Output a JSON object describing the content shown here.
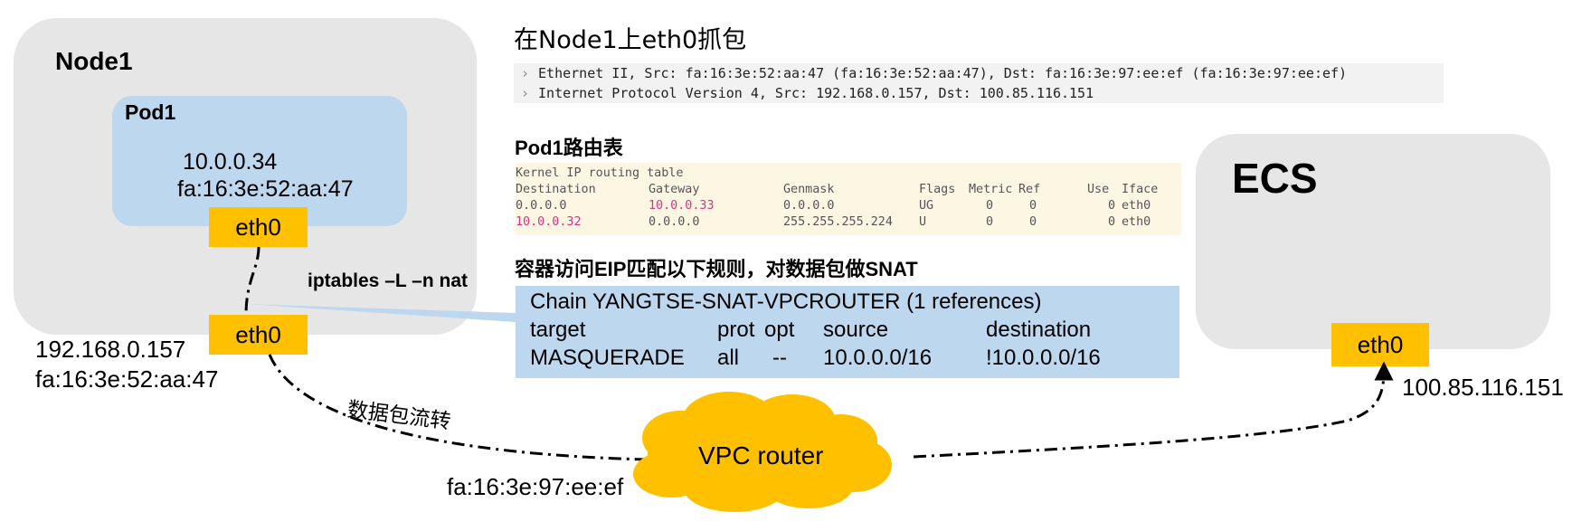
{
  "node": {
    "title": "Node1"
  },
  "pod": {
    "title": "Pod1",
    "ip": "10.0.0.34",
    "mac": "fa:16:3e:52:aa:47"
  },
  "eth_label": "eth0",
  "node_eth": {
    "ip": "192.168.0.157",
    "mac": "fa:16:3e:52:aa:47"
  },
  "ecs": {
    "title": "ECS",
    "ip": "100.85.116.151"
  },
  "router": {
    "label": "VPC router",
    "mac": "fa:16:3e:97:ee:ef"
  },
  "flow_label": "数据包流转",
  "iptables_cmd": "iptables –L –n nat",
  "capture": {
    "title": "在Node1上eth0抓包",
    "lines": [
      "Ethernet II, Src: fa:16:3e:52:aa:47 (fa:16:3e:52:aa:47), Dst: fa:16:3e:97:ee:ef (fa:16:3e:97:ee:ef)",
      "Internet Protocol Version 4, Src: 192.168.0.157, Dst: 100.85.116.151"
    ]
  },
  "routes": {
    "title": "Pod1路由表",
    "heading": "Kernel IP routing table",
    "columns": [
      "Destination",
      "Gateway",
      "Genmask",
      "Flags",
      "Metric",
      "Ref",
      "Use",
      "Iface"
    ],
    "rows": [
      [
        "0.0.0.0",
        "10.0.0.33",
        "0.0.0.0",
        "UG",
        "0",
        "0",
        "0",
        "eth0"
      ],
      [
        "10.0.0.32",
        "0.0.0.0",
        "255.255.255.224",
        "U",
        "0",
        "0",
        "0",
        "eth0"
      ]
    ]
  },
  "snat": {
    "title": "容器访问EIP匹配以下规则，对数据包做SNAT",
    "chain": "Chain YANGTSE-SNAT-VPCROUTER (1 references)",
    "columns": [
      "target",
      "prot",
      "opt",
      "source",
      "destination"
    ],
    "row": [
      "MASQUERADE",
      "all",
      "--",
      "10.0.0.0/16",
      "!10.0.0.0/16"
    ]
  }
}
